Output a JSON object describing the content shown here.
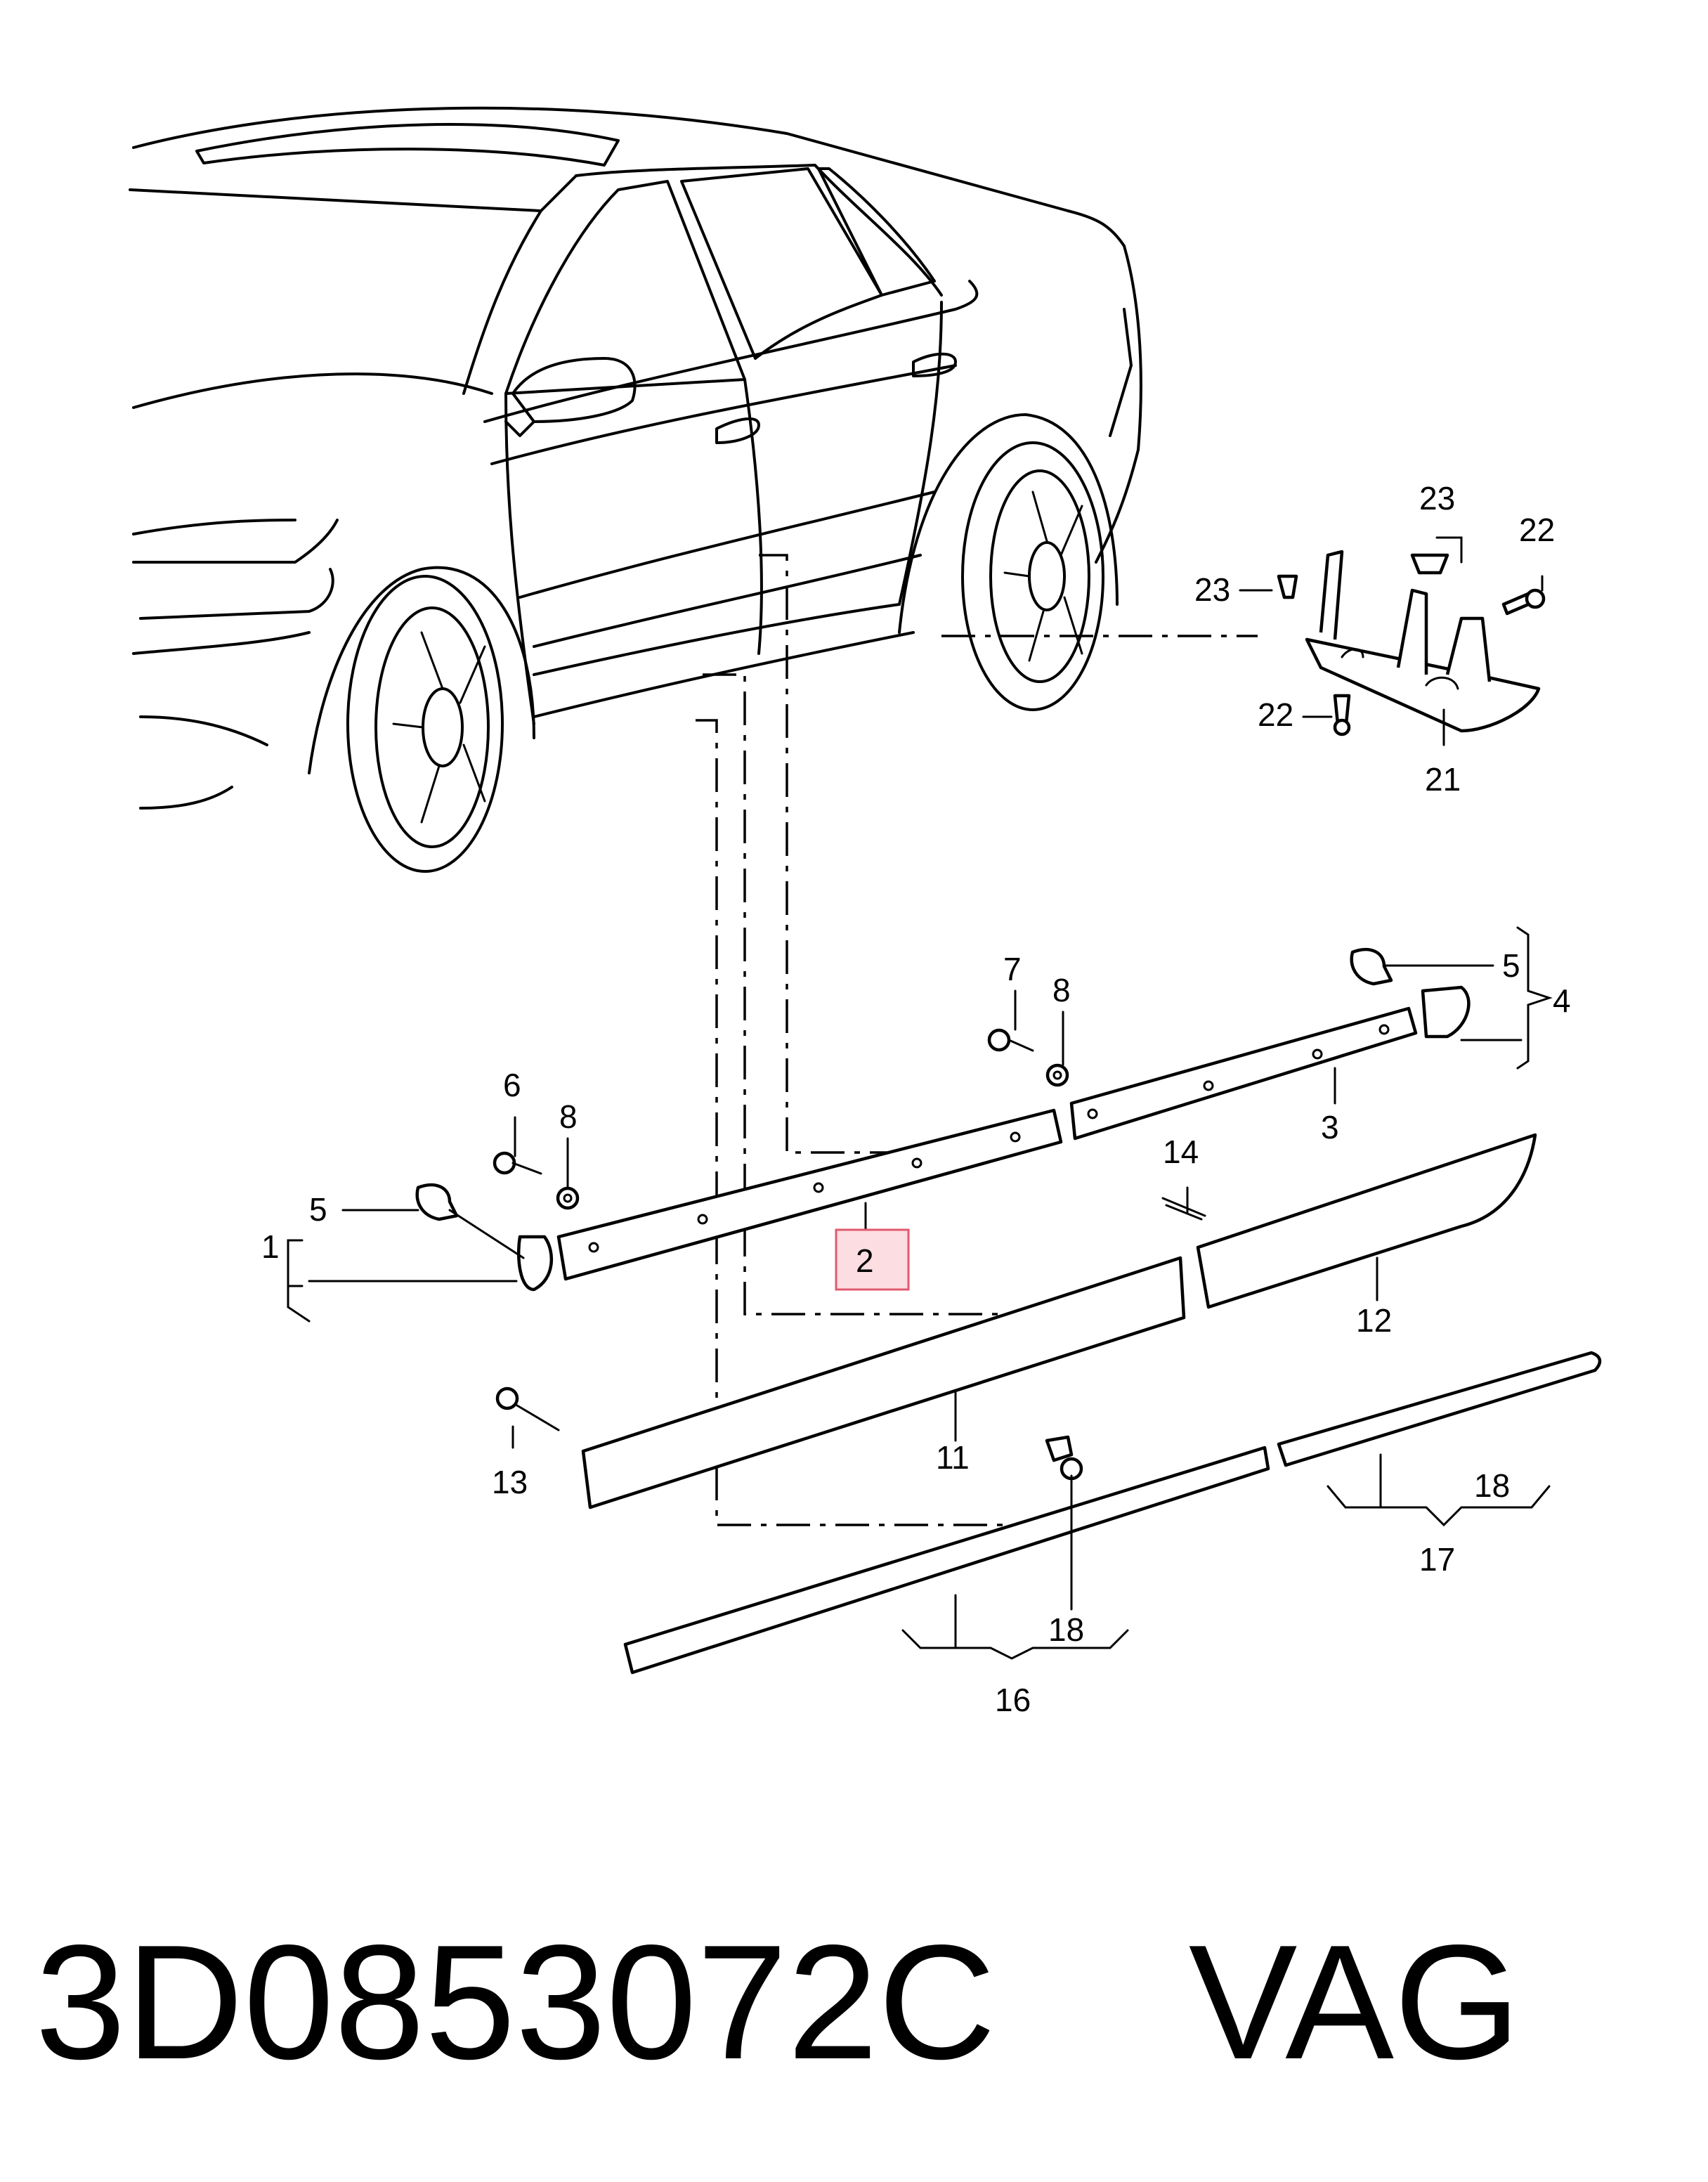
{
  "callouts": [
    "1",
    "2",
    "3",
    "4",
    "5",
    "5",
    "6",
    "7",
    "8",
    "8",
    "11",
    "12",
    "13",
    "14",
    "16",
    "17",
    "18",
    "18",
    "21",
    "22",
    "22",
    "23",
    "23"
  ],
  "highlighted_callout": "2",
  "footer": {
    "part_number": "3D0853072C",
    "brand": "VAG"
  },
  "colors": {
    "highlight_fill": "#fbdde2",
    "highlight_stroke": "#e05a6e",
    "line": "#000000"
  }
}
